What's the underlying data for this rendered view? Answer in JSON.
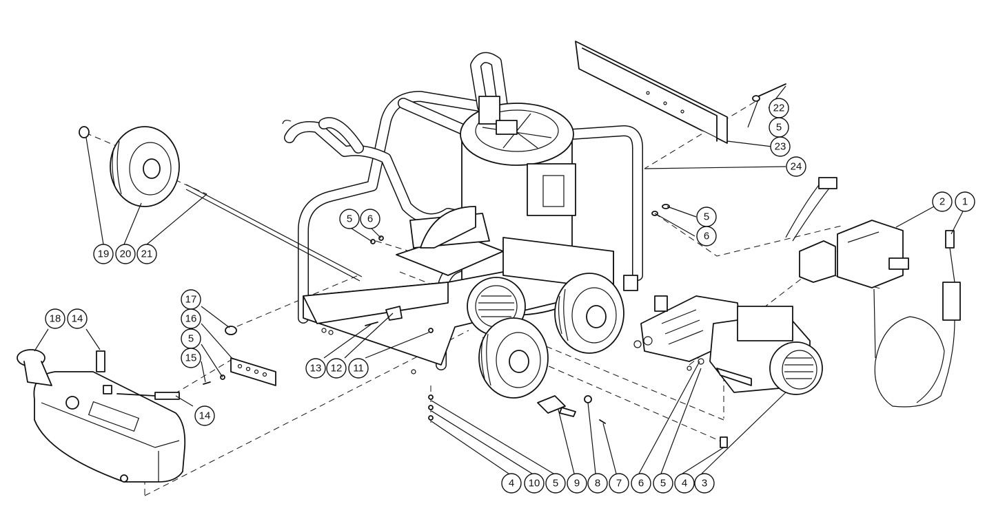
{
  "callouts": [
    {
      "num": "1"
    },
    {
      "num": "2"
    },
    {
      "num": "3"
    },
    {
      "num": "4"
    },
    {
      "num": "10"
    },
    {
      "num": "5"
    },
    {
      "num": "9"
    },
    {
      "num": "8"
    },
    {
      "num": "7"
    },
    {
      "num": "6"
    },
    {
      "num": "5"
    },
    {
      "num": "4"
    },
    {
      "num": "5"
    },
    {
      "num": "6"
    },
    {
      "num": "5"
    },
    {
      "num": "6"
    },
    {
      "num": "22"
    },
    {
      "num": "5"
    },
    {
      "num": "23"
    },
    {
      "num": "24"
    },
    {
      "num": "19"
    },
    {
      "num": "20"
    },
    {
      "num": "21"
    },
    {
      "num": "17"
    },
    {
      "num": "16"
    },
    {
      "num": "5"
    },
    {
      "num": "15"
    },
    {
      "num": "13"
    },
    {
      "num": "12"
    },
    {
      "num": "11"
    },
    {
      "num": "18"
    },
    {
      "num": "14"
    },
    {
      "num": "14"
    }
  ]
}
